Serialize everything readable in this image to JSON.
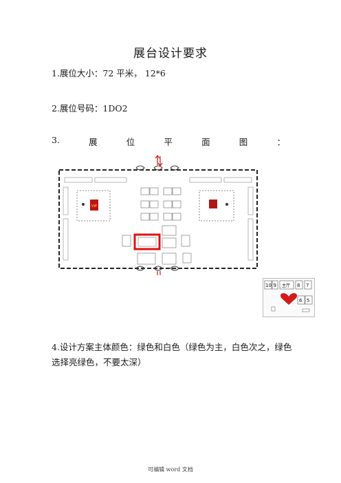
{
  "doc": {
    "title": "展台设计要求",
    "item1": "1.展位大小：72 平米， 12*6",
    "item2": "2.展位号码：1DO2",
    "item3_chars": [
      "3.",
      "展",
      "位",
      "平",
      "面",
      "图",
      "："
    ],
    "item4": "4.设计方案主体颜色：绿色和白色（绿色为主，白色次之，绿色选择亮绿色，不要太深）",
    "footer": "可编辑 word 文档"
  },
  "floorplan": {
    "vip_label": "VIP",
    "legend_numbers": [
      "10",
      "9",
      "8",
      "7",
      "6",
      "5"
    ],
    "legend_hall": "主厅",
    "colors": {
      "highlight": "#e01010",
      "legend_heart": "#d41a1a"
    }
  }
}
